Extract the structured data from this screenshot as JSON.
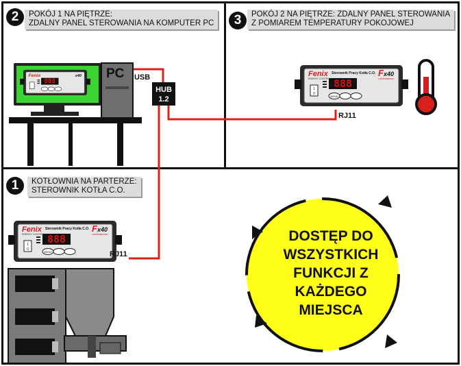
{
  "rooms": [
    {
      "number": "2",
      "caption_line1": "POKÓJ 1 NA PIĘTRZE:",
      "caption_line2": "ZDALNY PANEL STEROWANIA NA KOMPUTER PC"
    },
    {
      "number": "3",
      "caption_line1": "POKÓJ 2 NA PIĘTRZE: ZDALNY PANEL STEROWANIA",
      "caption_line2": "Z POMIAREM TEMPERATURY POKOJOWEJ"
    },
    {
      "number": "1",
      "caption_line1": "KOTŁOWNIA NA PARTERZE:",
      "caption_line2": "STEROWNIK KOTŁA C.O."
    }
  ],
  "labels": {
    "pc": "PC",
    "usb": "USB",
    "hub_line1": "HUB",
    "hub_line2": "1.2",
    "rj11_top": "RJ11",
    "rj11_bottom": "RJ11"
  },
  "controller": {
    "brand": "Fenix",
    "brand_sub": "ENERGY CONTROL",
    "title": "Sterownik Pracy Kotła C.O.",
    "model_prefix": "F",
    "model": "x40",
    "model_sub": "Lambdasensor",
    "display": "888",
    "switch_top": "1",
    "switch_bottom": "0",
    "menu_label": "MENU"
  },
  "slogan": {
    "line1": "DOSTĘP DO",
    "line2": "WSZYSTKICH",
    "line3": "FUNKCJI Z",
    "line4": "KAŻDEGO",
    "line5": "MIEJSCA"
  },
  "colors": {
    "cable": "#e0201a",
    "monitor_screen": "#3bd433",
    "display_digits": "#e01010",
    "circle": "#ffff1a",
    "thermometer": "#d72020"
  }
}
